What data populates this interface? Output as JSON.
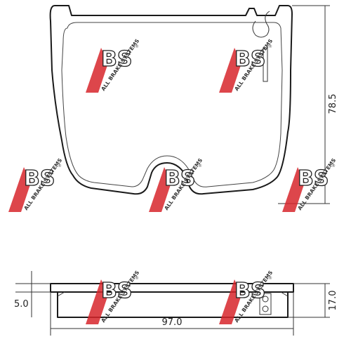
{
  "dimensions": {
    "height": "78.5",
    "width": "97.0",
    "thickness": "17.0",
    "backing_plate": "5.0"
  },
  "watermark": {
    "logo_text": "BS",
    "tagline": "ALL BRAKE SYSTEMS",
    "registered_mark": "®",
    "color": "#d7262b"
  }
}
